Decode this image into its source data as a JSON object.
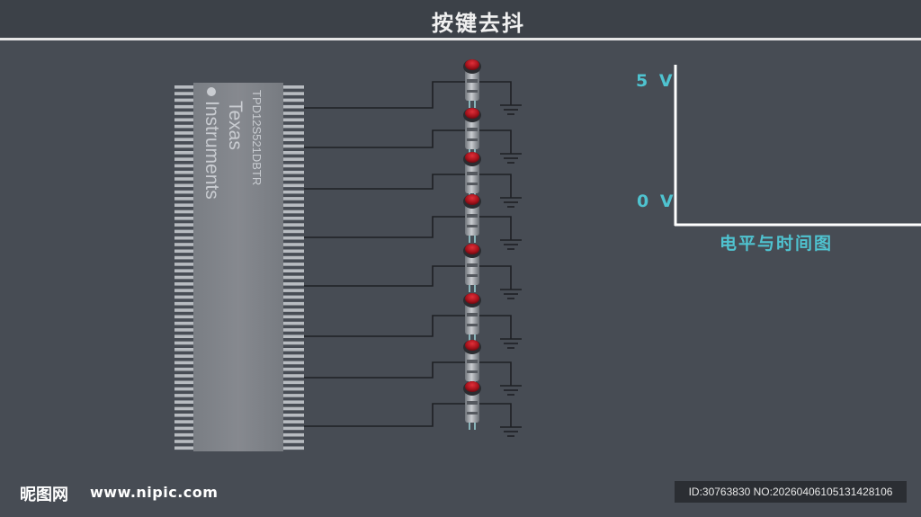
{
  "title": "按键去抖",
  "chip": {
    "part_number": "TPD12S521DBTR",
    "maker_line1": "Texas",
    "maker_line2": "Instruments"
  },
  "graph": {
    "high_label": "5 V",
    "low_label": "0 V",
    "caption": "电平与时间图"
  },
  "button_count": 8,
  "watermark": {
    "logo": "昵图网",
    "url": "www.nipic.com",
    "id_text": "ID:30763830 NO:20260406105131428106"
  },
  "colors": {
    "background": "#474c54",
    "header": "#3c4148",
    "accent": "#4fc3d0",
    "button_cap": "#b5121b"
  }
}
